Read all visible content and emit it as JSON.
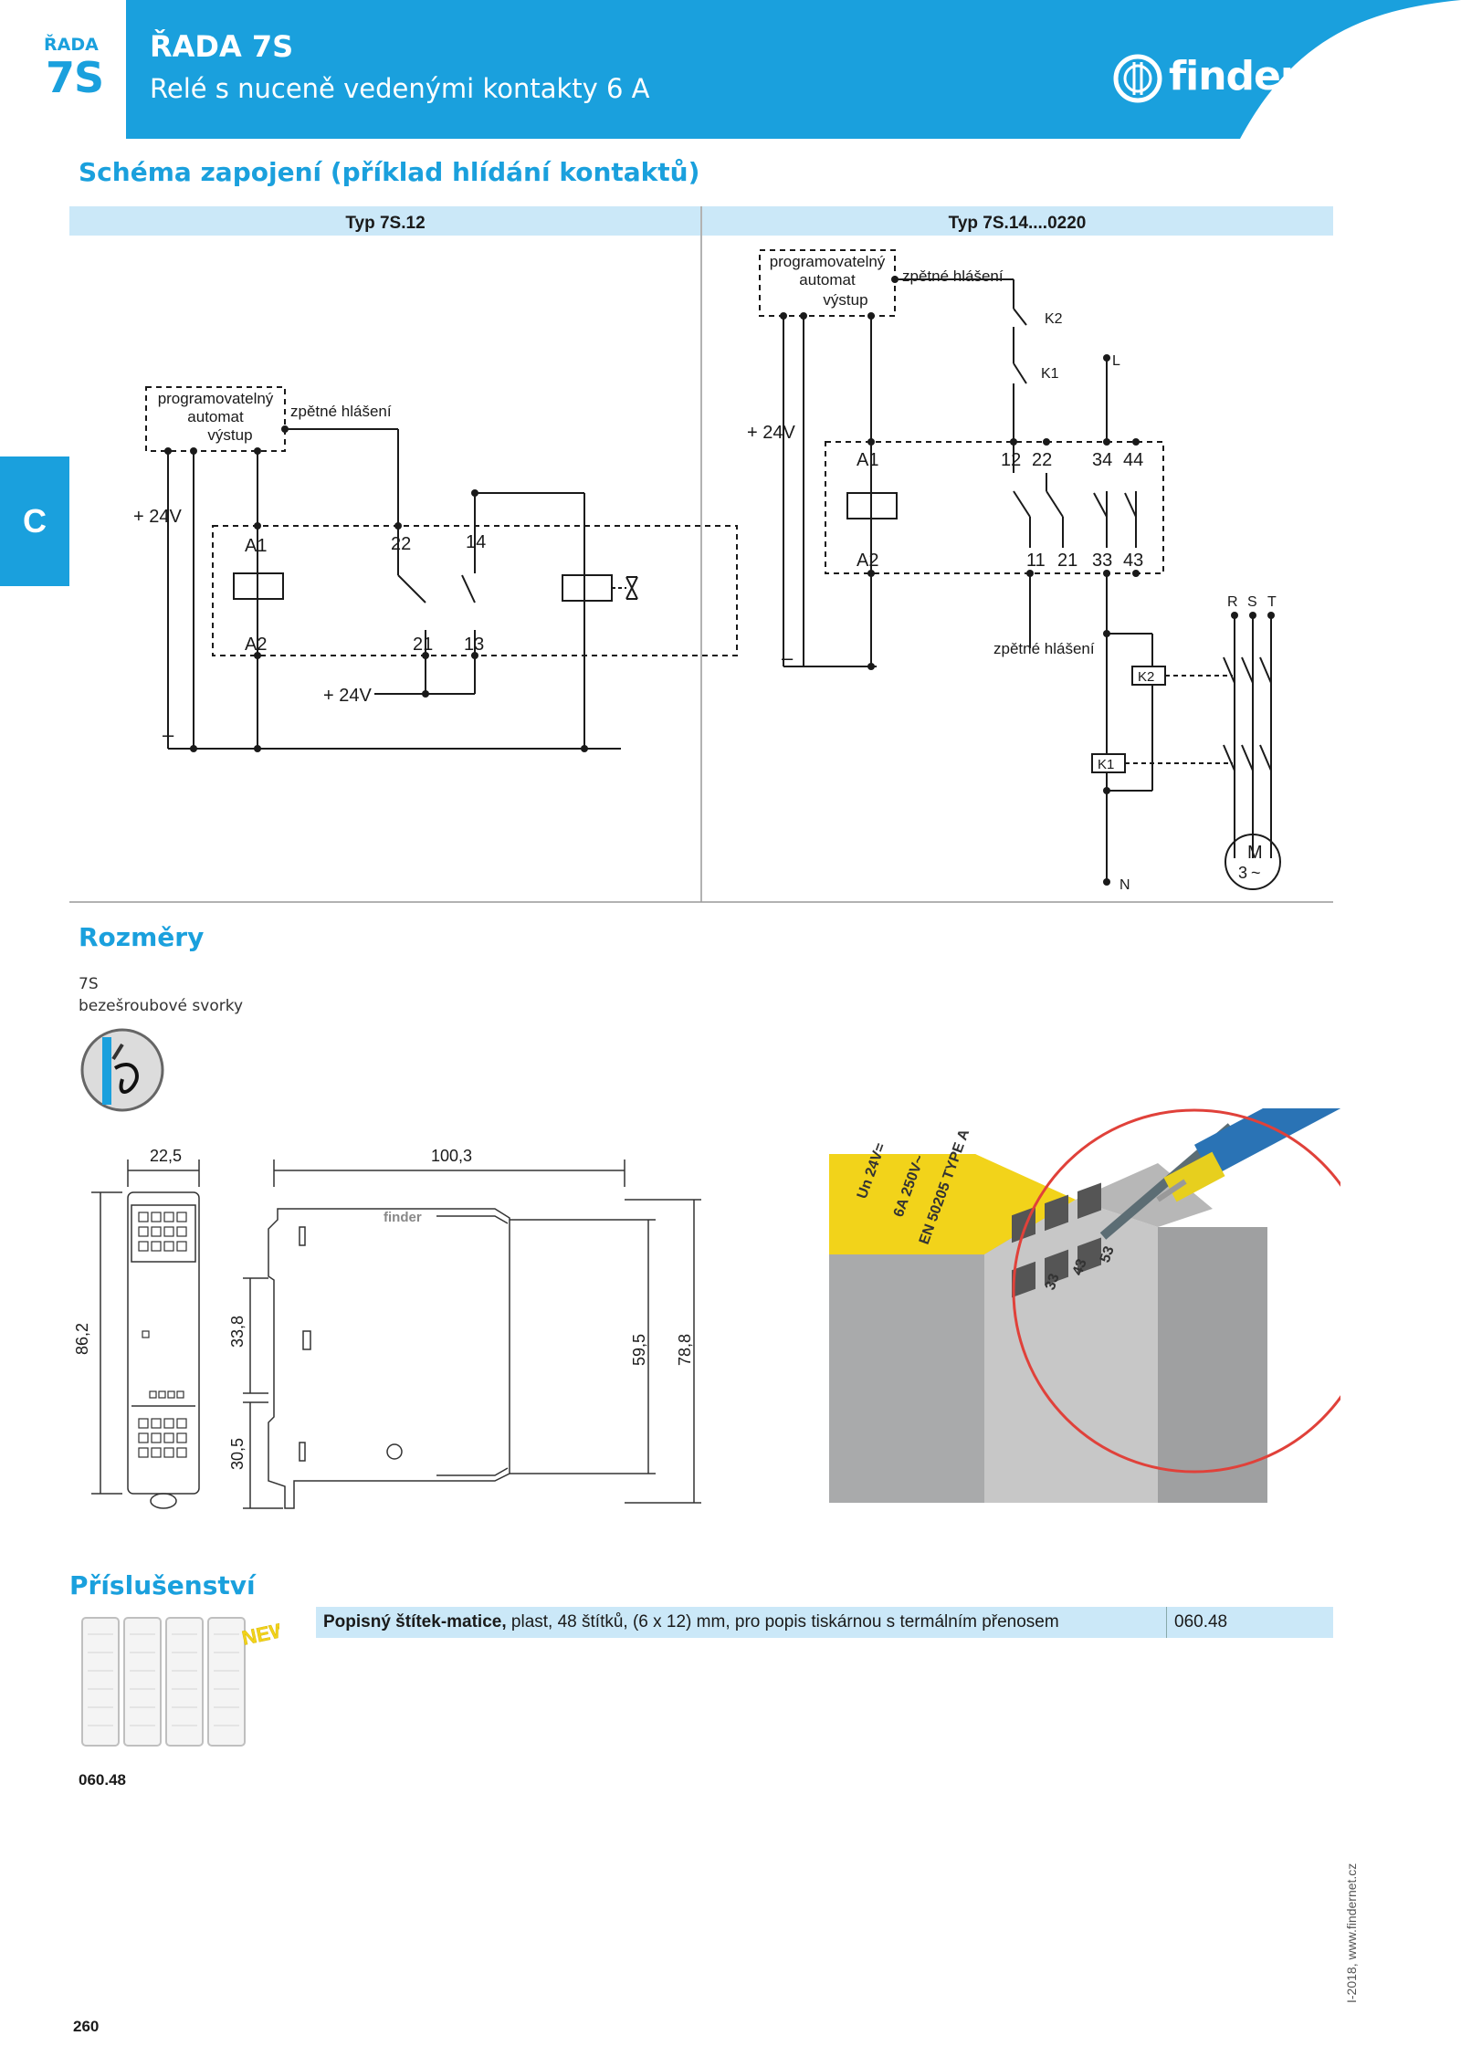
{
  "header": {
    "series_small": "ŘADA",
    "series_code": "7S",
    "title": "ŘADA 7S",
    "subtitle": "Relé s nuceně vedenými kontakty 6 A",
    "brand": "finder",
    "band_color": "#1aa0dd"
  },
  "side_tab": {
    "letter": "C"
  },
  "wiring": {
    "section_title": "Schéma zapojení (příklad hlídání kontaktů)",
    "left_header": "Typ 7S.12",
    "right_header": "Typ 7S.14....0220",
    "plc_label_1": "programovatelný",
    "plc_label_2": "automat",
    "plc_label_3": "výstup",
    "feedback": "zpětné hlášení",
    "plus24v": "+ 24V",
    "minus": "–",
    "a1": "A1",
    "a2": "A2",
    "t22": "22",
    "t14": "14",
    "t21": "21",
    "t13": "13",
    "t12": "12",
    "t34": "34",
    "t44": "44",
    "t11": "11",
    "t33": "33",
    "t43": "43",
    "k1": "K1",
    "k2": "K2",
    "l": "L",
    "n": "N",
    "r": "R",
    "s": "S",
    "t": "T",
    "motor_m": "M",
    "motor_3": "3"
  },
  "dimensions": {
    "section_title": "Rozměry",
    "model": "7S",
    "terminals": "bezešroubové svorky",
    "w1": "22,5",
    "w2": "100,3",
    "h1": "86,2",
    "h2": "33,8",
    "h3": "30,5",
    "h4": "59,5",
    "h5": "78,8",
    "photo_labels": [
      "Un 24V=",
      "6A 250V~",
      "EN 50205 TYPE A",
      "53",
      "43",
      "33"
    ]
  },
  "accessories": {
    "section_title": "Příslušenství",
    "new_badge": "NEW",
    "item_name": "Popisný štítek-matice,",
    "item_desc": " plast, 48 štítků, (6 x 12) mm, pro popis tiskárnou s termálním přenosem",
    "item_code": "060.48",
    "image_caption": "060.48"
  },
  "footer": {
    "page_number": "260",
    "side_note": "I-2018, www.findernet.cz"
  }
}
